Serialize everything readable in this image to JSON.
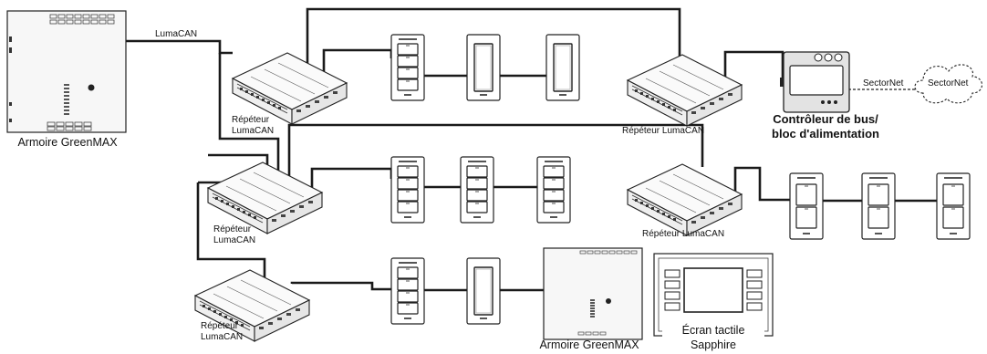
{
  "labels": {
    "armoire_top": "Armoire GreenMAX",
    "armoire_bottom": "Armoire GreenMAX",
    "lumacan_bus": "LumaCAN",
    "repeater_1_line1": "Répéteur",
    "repeater_1_line2": "LumaCAN",
    "repeater_2": "Répéteur LumaCAN",
    "repeater_3_line1": "Répéteur",
    "repeater_3_line2": "LumaCAN",
    "repeater_4": "Répéteur LumaCAN",
    "repeater_5_line1": "Répéteur",
    "repeater_5_line2": "LumaCAN",
    "controller_line1": "Contrôleur de bus/",
    "controller_line2": "bloc d'alimentation",
    "sectornet_link": "SectorNet",
    "sectornet_cloud": "SectorNet",
    "touchscreen_line1": "Écran tactile",
    "touchscreen_line2": "Sapphire"
  },
  "colors": {
    "line": "#1a1a1a",
    "device_fill": "#f4f4f4",
    "plate_fill": "#ffffff",
    "controller_fill": "#e3e3e3"
  },
  "icons": [
    "cabinet-icon",
    "repeater-icon",
    "keypad-icon",
    "switch-icon",
    "controller-icon",
    "cloud-icon",
    "touchscreen-icon"
  ]
}
